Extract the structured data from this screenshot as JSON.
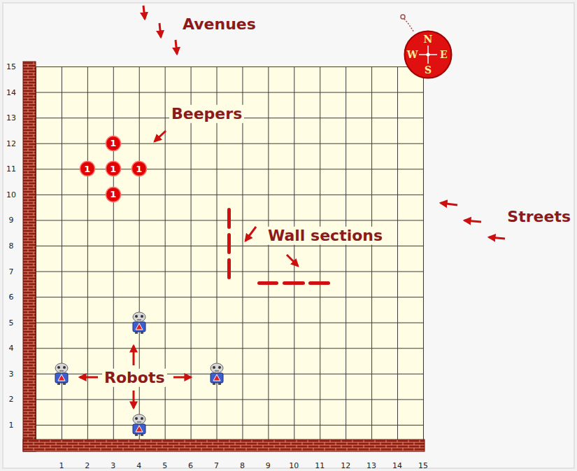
{
  "diagram": {
    "nodes": [
      {
        "text": [
          "N",
          "W",
          "E",
          "S"
        ]
      },
      {
        "text": [
          "1"
        ]
      },
      {
        "text": [
          "1"
        ]
      },
      {
        "text": [
          "1"
        ]
      },
      {
        "text": [
          "1"
        ]
      },
      {
        "text": [
          "1"
        ]
      }
    ],
    "labels": [
      "Avenues",
      "Beepers",
      "Streets",
      "Wall sections",
      "Robots",
      "15",
      "14",
      "13",
      "12",
      "11",
      "10",
      "9",
      "8",
      "7",
      "6",
      "5",
      "4",
      "3",
      "2",
      "1",
      "1",
      "2",
      "3",
      "4",
      "5",
      "6",
      "7",
      "8",
      "9",
      "10",
      "11",
      "12",
      "13",
      "14",
      "15"
    ]
  }
}
